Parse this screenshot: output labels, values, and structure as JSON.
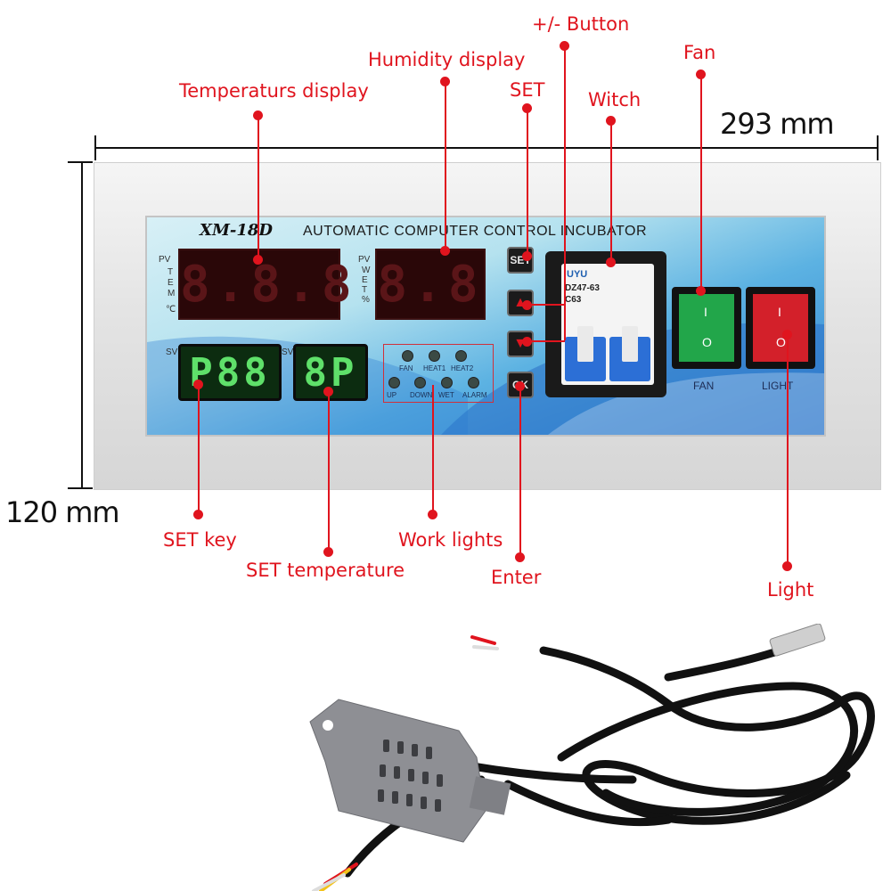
{
  "callouts": {
    "temperature_display": "Temperaturs display",
    "humidity_display": "Humidity display",
    "plus_minus_button": "+/- Button",
    "set": "SET",
    "witch": "Witch",
    "fan": "Fan",
    "set_key": "SET key",
    "set_temperature": "SET temperature",
    "work_lights": "Work lights",
    "enter": "Enter",
    "light": "Light"
  },
  "dimensions": {
    "width": "293 mm",
    "height": "120 mm"
  },
  "controller": {
    "brand": "XM-18D",
    "title": "AUTOMATIC COMPUTER CONTROL INCUBATOR",
    "pv_label_temp": "PV",
    "tem_label": "T E M",
    "celsius": "℃",
    "pv_label_hum": "PV",
    "wet_label": "W E T %",
    "sv_label_1": "SV",
    "sv_label_2": "SV",
    "temp_pv_digits": "8.8.8",
    "hum_pv_digits": "8.8",
    "temp_sv_digits": "P88",
    "hum_sv_digits": "8P",
    "keys": {
      "set": "SET",
      "up": "▲",
      "down": "▼",
      "ok": "OK"
    },
    "work_lights": [
      "FAN",
      "HEAT1",
      "HEAT2",
      "UP",
      "DOWN",
      "WET",
      "ALARM"
    ],
    "breaker": {
      "brand": "UYU",
      "model": "DZ47-63",
      "rating": "C63"
    },
    "switches": {
      "fan_label": "FAN",
      "light_label": "LIGHT",
      "on_symbol": "I",
      "off_symbol": "O"
    }
  },
  "colors": {
    "callout": "#e0141e",
    "fan_switch": "#22a64a",
    "light_switch": "#d3202a"
  }
}
